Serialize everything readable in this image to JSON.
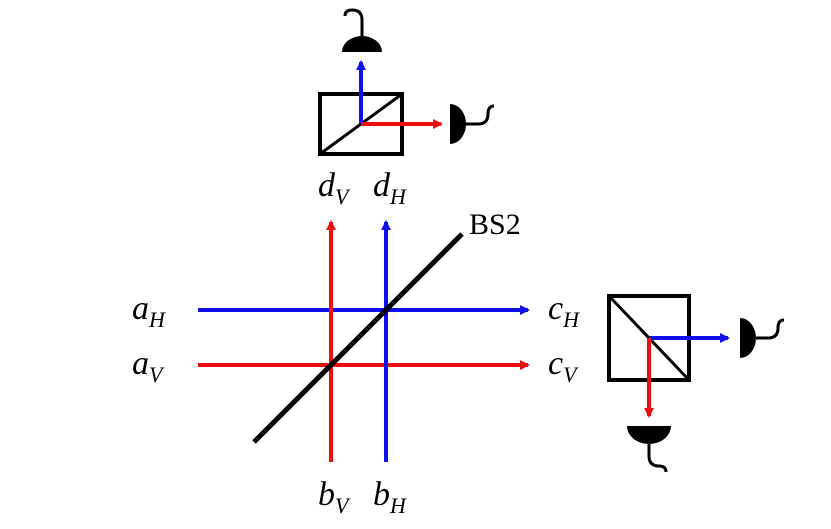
{
  "beam_splitter_label": "BS2",
  "ports": {
    "a_H": {
      "base": "a",
      "sub": "H"
    },
    "a_V": {
      "base": "a",
      "sub": "V"
    },
    "b_V": {
      "base": "b",
      "sub": "V"
    },
    "b_H": {
      "base": "b",
      "sub": "H"
    },
    "c_H": {
      "base": "c",
      "sub": "H"
    },
    "c_V": {
      "base": "c",
      "sub": "V"
    },
    "d_V": {
      "base": "d",
      "sub": "V"
    },
    "d_H": {
      "base": "d",
      "sub": "H"
    }
  },
  "colors": {
    "horizontal_polarization": "#1010ee",
    "vertical_polarization": "#ee1010",
    "optics": "#000000"
  }
}
